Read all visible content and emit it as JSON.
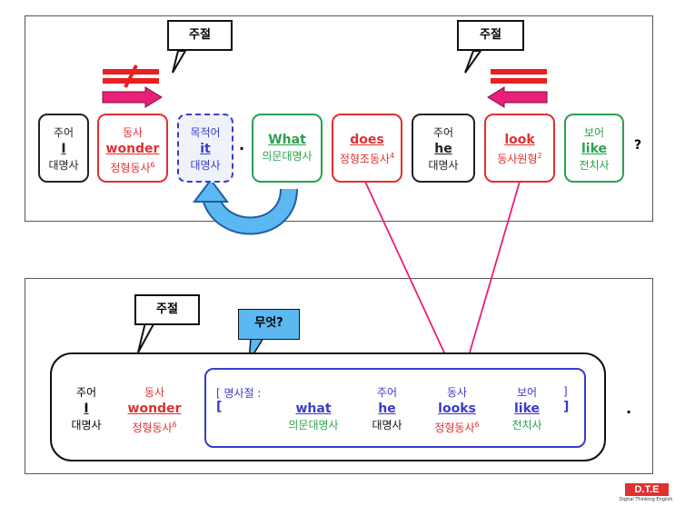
{
  "top_panel": {
    "bubble_left": "주절",
    "bubble_right": "주절",
    "boxes": [
      {
        "role": "주어",
        "word": "I",
        "pos": "대명사",
        "sup": ""
      },
      {
        "role": "동사",
        "word": "wonder",
        "pos": "정형동사",
        "sup": "6"
      },
      {
        "role": "목적어",
        "word": "it",
        "pos": "대명사",
        "sup": ""
      },
      {
        "role": "",
        "word": "What",
        "pos": "의문대명사",
        "sup": ""
      },
      {
        "role": "",
        "word": "does",
        "pos": "정형조동사",
        "sup": "4"
      },
      {
        "role": "주어",
        "word": "he",
        "pos": "대명사",
        "sup": ""
      },
      {
        "role": "",
        "word": "look",
        "pos": "동사원형",
        "sup": "2"
      },
      {
        "role": "보어",
        "word": "like",
        "pos": "전치사",
        "sup": ""
      }
    ],
    "period": ".",
    "question": "?"
  },
  "bottom_panel": {
    "bubble_main": "주절",
    "bubble_question": "무엇?",
    "main": {
      "subject": {
        "role": "주어",
        "word": "I",
        "pos": "대명사"
      },
      "verb": {
        "role": "동사",
        "word": "wonder",
        "pos": "정형동사",
        "sup": "6"
      }
    },
    "clause": {
      "open_label": "[ 명사절 :",
      "close_label": "]",
      "open_bracket": "[",
      "close_bracket": "]",
      "items": [
        {
          "role": "",
          "word": "what",
          "pos": "의문대명사"
        },
        {
          "role": "주어",
          "word": "he",
          "pos": "대명사"
        },
        {
          "role": "동사",
          "word": "looks",
          "pos": "정형동사",
          "sup": "6"
        },
        {
          "role": "보어",
          "word": "like",
          "pos": "전치사"
        }
      ]
    },
    "period": "."
  },
  "logo": {
    "text": "D.T.E",
    "subtitle": "Digital Thinking English"
  },
  "colors": {
    "red": "#e03030",
    "green": "#2aa14e",
    "blue": "#3a3acc",
    "arrow_pink": "#e8207a",
    "curve_blue": "#5bb8f0"
  }
}
